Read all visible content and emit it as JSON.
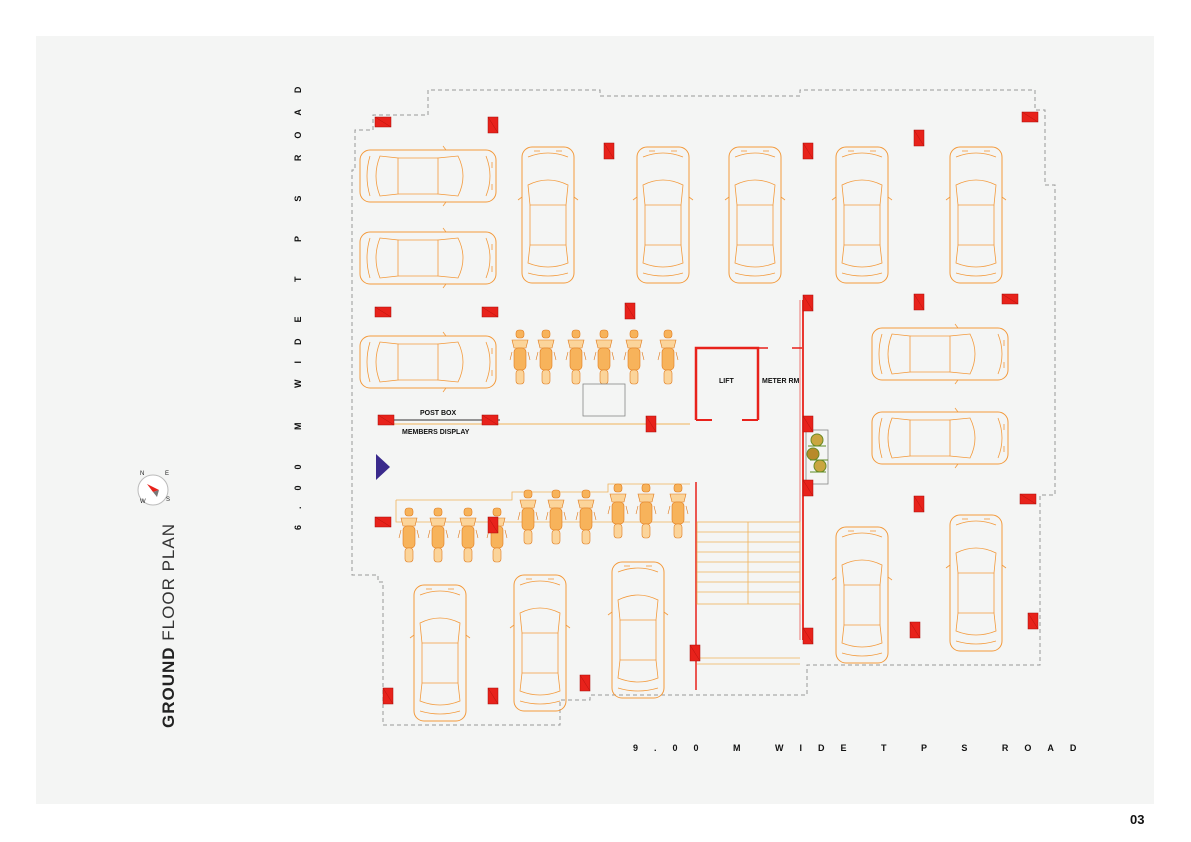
{
  "title": {
    "bold": "GROUND",
    "rest": " FLOOR PLAN"
  },
  "roads": {
    "left": "6.00 M WIDE T P S ROAD",
    "bottom": "9.00 M WIDE T P S ROAD"
  },
  "labels": {
    "post_box": "POST BOX",
    "members_display": "MEMBERS DISPLAY",
    "lift": "LIFT",
    "meter_room": "METER RM"
  },
  "compass": {
    "n": "N",
    "e": "E",
    "w": "W",
    "s": "S"
  },
  "page_number": "03",
  "colors": {
    "car_outline": "#f39a3c",
    "column": "#e8221b",
    "stair": "#f0b25a",
    "entry_arrow": "#3a2a8c",
    "boundary": "#999999",
    "background": "#f4f5f4"
  },
  "icons": {
    "entry": "entry-arrow-icon",
    "compass": "compass-icon",
    "plant": "plant-icon"
  }
}
